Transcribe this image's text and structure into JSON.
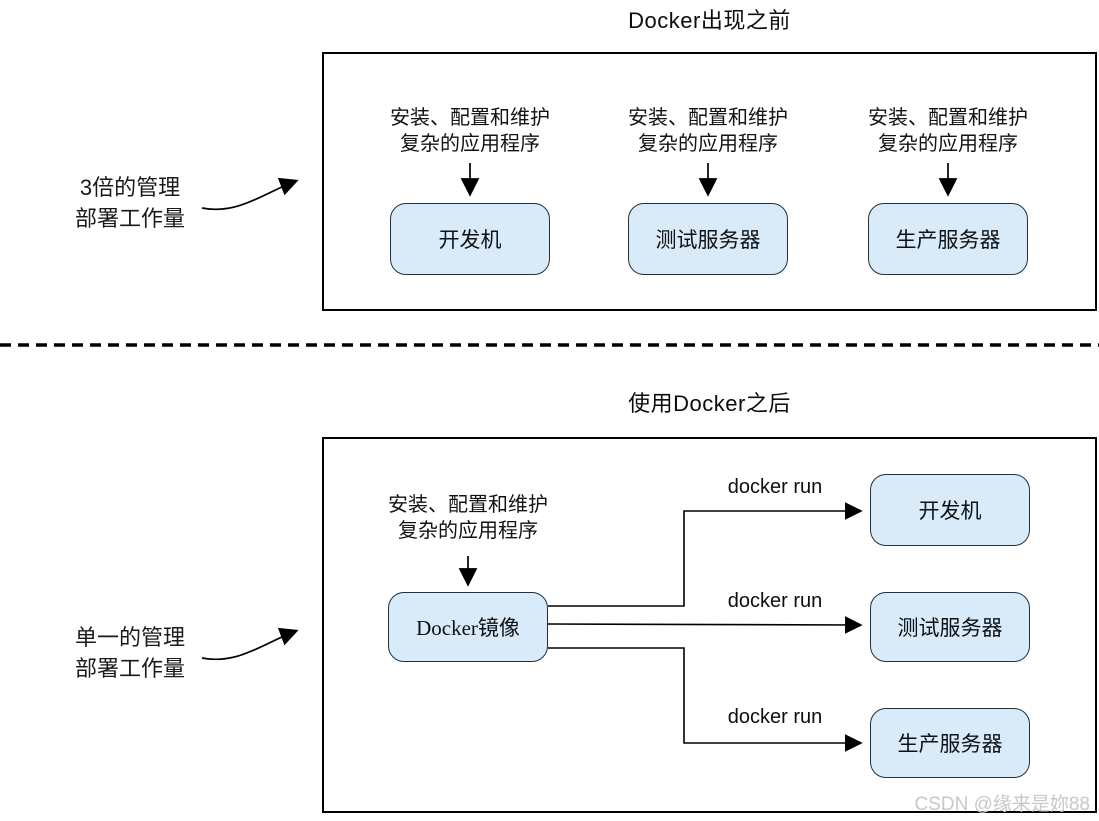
{
  "colors": {
    "node_fill": "#d9eaf8",
    "node_border": "#20303c",
    "line": "#000000",
    "panel_border": "#000000",
    "watermark_text": "#c8c8c8"
  },
  "before": {
    "title": "Docker出现之前",
    "side_label": {
      "line1": "3倍的管理",
      "line2": "部署工作量"
    },
    "annotation": {
      "line1": "安装、配置和维护",
      "line2": "复杂的应用程序"
    },
    "nodes": [
      {
        "label": "开发机"
      },
      {
        "label": "测试服务器"
      },
      {
        "label": "生产服务器"
      }
    ]
  },
  "after": {
    "title": "使用Docker之后",
    "side_label": {
      "line1": "单一的管理",
      "line2": "部署工作量"
    },
    "annotation": {
      "line1": "安装、配置和维护",
      "line2": "复杂的应用程序"
    },
    "source_node": {
      "label": "Docker镜像"
    },
    "edges": [
      {
        "label": "docker run",
        "target": "开发机"
      },
      {
        "label": "docker run",
        "target": "测试服务器"
      },
      {
        "label": "docker run",
        "target": "生产服务器"
      }
    ]
  },
  "watermark": "CSDN @缘来是妳88"
}
